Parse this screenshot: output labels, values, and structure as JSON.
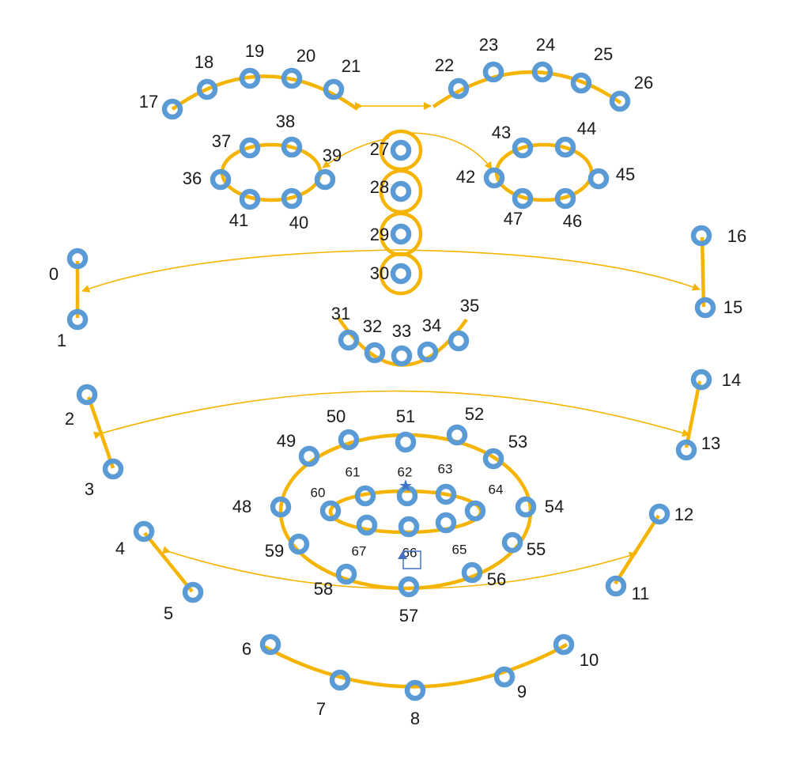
{
  "landmarks": [
    {
      "id": 0,
      "label": "0"
    },
    {
      "id": 1,
      "label": "1"
    },
    {
      "id": 2,
      "label": "2"
    },
    {
      "id": 3,
      "label": "3"
    },
    {
      "id": 4,
      "label": "4"
    },
    {
      "id": 5,
      "label": "5"
    },
    {
      "id": 6,
      "label": "6"
    },
    {
      "id": 7,
      "label": "7"
    },
    {
      "id": 8,
      "label": "8"
    },
    {
      "id": 9,
      "label": "9"
    },
    {
      "id": 10,
      "label": "10"
    },
    {
      "id": 11,
      "label": "11"
    },
    {
      "id": 12,
      "label": "12"
    },
    {
      "id": 13,
      "label": "13"
    },
    {
      "id": 14,
      "label": "14"
    },
    {
      "id": 15,
      "label": "15"
    },
    {
      "id": 16,
      "label": "16"
    },
    {
      "id": 17,
      "label": "17"
    },
    {
      "id": 18,
      "label": "18"
    },
    {
      "id": 19,
      "label": "19"
    },
    {
      "id": 20,
      "label": "20"
    },
    {
      "id": 21,
      "label": "21"
    },
    {
      "id": 22,
      "label": "22"
    },
    {
      "id": 23,
      "label": "23"
    },
    {
      "id": 24,
      "label": "24"
    },
    {
      "id": 25,
      "label": "25"
    },
    {
      "id": 26,
      "label": "26"
    },
    {
      "id": 27,
      "label": "27"
    },
    {
      "id": 28,
      "label": "28"
    },
    {
      "id": 29,
      "label": "29"
    },
    {
      "id": 30,
      "label": "30"
    },
    {
      "id": 31,
      "label": "31"
    },
    {
      "id": 32,
      "label": "32"
    },
    {
      "id": 33,
      "label": "33"
    },
    {
      "id": 34,
      "label": "34"
    },
    {
      "id": 35,
      "label": "35"
    },
    {
      "id": 36,
      "label": "36"
    },
    {
      "id": 37,
      "label": "37"
    },
    {
      "id": 38,
      "label": "38"
    },
    {
      "id": 39,
      "label": "39"
    },
    {
      "id": 40,
      "label": "40"
    },
    {
      "id": 41,
      "label": "41"
    },
    {
      "id": 42,
      "label": "42"
    },
    {
      "id": 43,
      "label": "43"
    },
    {
      "id": 44,
      "label": "44"
    },
    {
      "id": 45,
      "label": "45"
    },
    {
      "id": 46,
      "label": "46"
    },
    {
      "id": 47,
      "label": "47"
    },
    {
      "id": 48,
      "label": "48"
    },
    {
      "id": 49,
      "label": "49"
    },
    {
      "id": 50,
      "label": "50"
    },
    {
      "id": 51,
      "label": "51"
    },
    {
      "id": 52,
      "label": "52"
    },
    {
      "id": 53,
      "label": "53"
    },
    {
      "id": 54,
      "label": "54"
    },
    {
      "id": 55,
      "label": "55"
    },
    {
      "id": 56,
      "label": "56"
    },
    {
      "id": 57,
      "label": "57"
    },
    {
      "id": 58,
      "label": "58"
    },
    {
      "id": 59,
      "label": "59"
    },
    {
      "id": 60,
      "label": "60"
    },
    {
      "id": 61,
      "label": "61"
    },
    {
      "id": 62,
      "label": "62"
    },
    {
      "id": 63,
      "label": "63"
    },
    {
      "id": 64,
      "label": "64"
    },
    {
      "id": 65,
      "label": "65"
    },
    {
      "id": 66,
      "label": "66"
    },
    {
      "id": 67,
      "label": "67"
    }
  ],
  "colors": {
    "landmark_ring": "#5b9bd5",
    "connector": "#f5b400",
    "label_text": "#1a1a1a",
    "background": "#ffffff"
  }
}
